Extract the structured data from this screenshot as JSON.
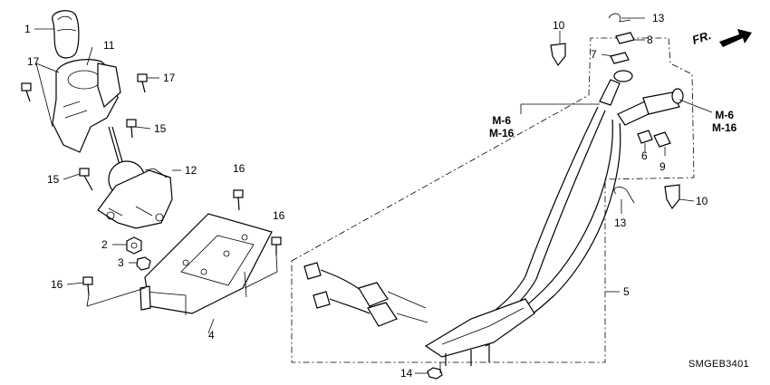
{
  "labels": {
    "p1": "1",
    "p2": "2",
    "p3": "3",
    "p4": "4",
    "p5": "5",
    "p6": "6",
    "p7": "7",
    "p8": "8",
    "p9": "9",
    "p10a": "10",
    "p10b": "10",
    "p11": "11",
    "p12": "12",
    "p13a": "13",
    "p13b": "13",
    "p14": "14",
    "p15a": "15",
    "p15b": "15",
    "p16a": "16",
    "p16b": "16",
    "p16c": "16",
    "p17a": "17",
    "p17b": "17"
  },
  "refs": {
    "left": "M-6\nM-16",
    "right": "M-6\nM-16"
  },
  "direction": "FR.",
  "diagram_code": "SMGEB3401"
}
